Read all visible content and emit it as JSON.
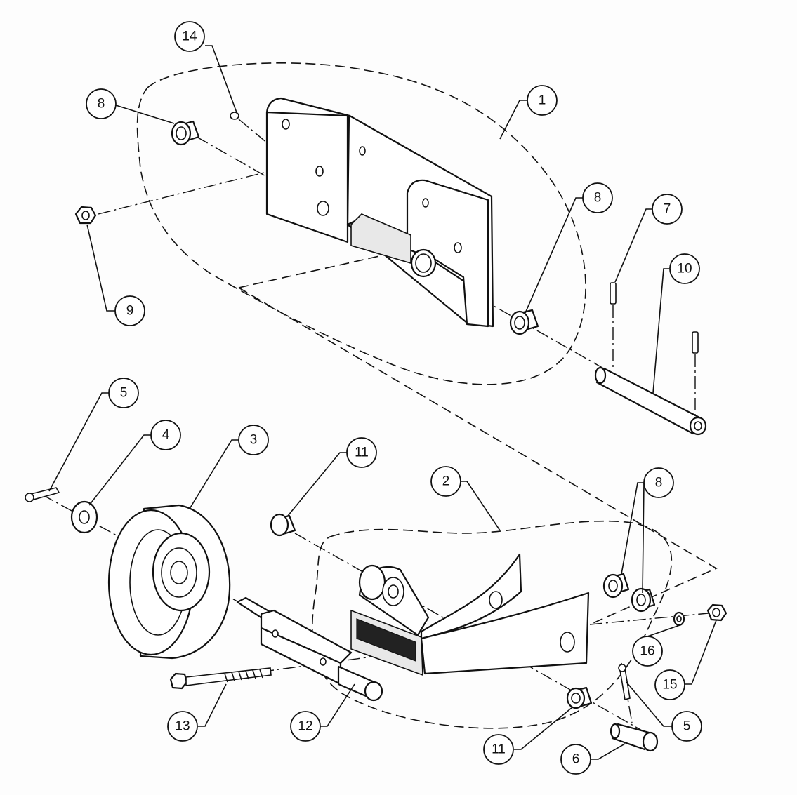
{
  "diagram": {
    "type": "exploded-parts-diagram",
    "callouts": {
      "c1": "1",
      "c2": "2",
      "c3": "3",
      "c4": "4",
      "c5a": "5",
      "c5b": "5",
      "c6": "6",
      "c7": "7",
      "c8a": "8",
      "c8b": "8",
      "c8c": "8",
      "c9": "9",
      "c10": "10",
      "c11a": "11",
      "c11b": "11",
      "c12": "12",
      "c13": "13",
      "c14": "14",
      "c15": "15",
      "c16": "16"
    }
  }
}
